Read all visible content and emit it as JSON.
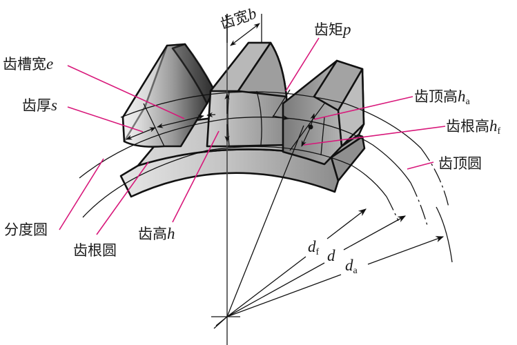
{
  "diagram": {
    "subject": "spur gear nomenclature",
    "colors": {
      "leader_line": "#d8177a",
      "outline": "#111111",
      "background": "#ffffff"
    },
    "labels": {
      "face_width": {
        "text": "齿宽",
        "var": "b"
      },
      "circular_pitch": {
        "text": "齿矩",
        "var": "p"
      },
      "space_width": {
        "text": "齿槽宽",
        "var": "e"
      },
      "tooth_thickness": {
        "text": "齿厚",
        "var": "s"
      },
      "addendum": {
        "text": "齿顶高",
        "var": "h",
        "sub": "a"
      },
      "dedendum": {
        "text": "齿根高",
        "var": "h",
        "sub": "f"
      },
      "addendum_circle": {
        "text": "齿顶圆"
      },
      "pitch_circle": {
        "text": "分度圆"
      },
      "root_circle": {
        "text": "齿根圆"
      },
      "tooth_height": {
        "text": "齿高",
        "var": "h"
      },
      "root_diameter": {
        "var": "d",
        "sub": "f"
      },
      "pitch_diameter": {
        "var": "d"
      },
      "tip_diameter": {
        "var": "d",
        "sub": "a"
      }
    }
  }
}
